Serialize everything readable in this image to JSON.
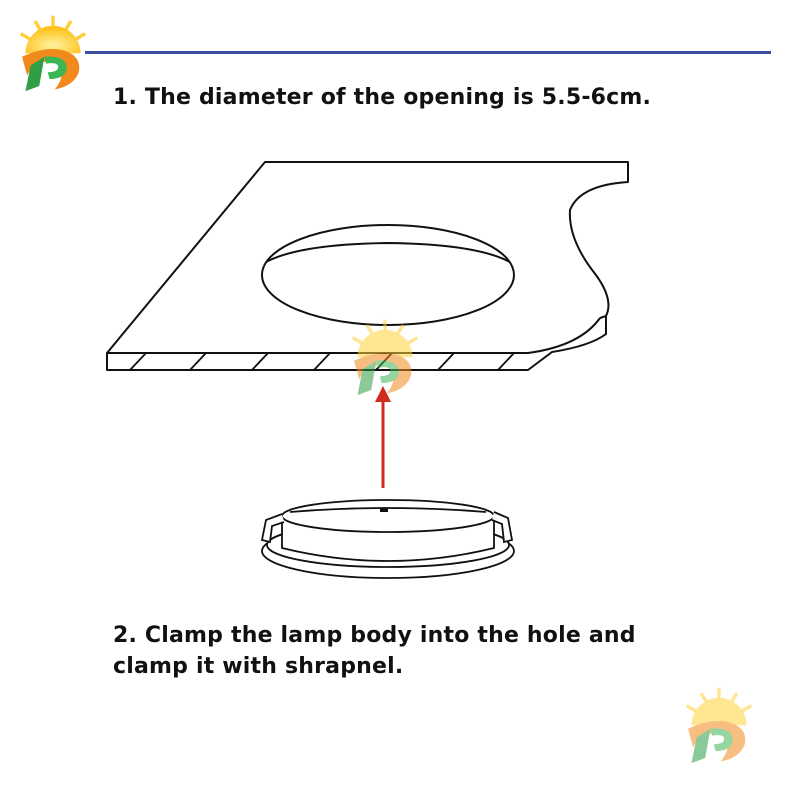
{
  "steps": [
    {
      "number": "1.",
      "text": "1. The diameter of the opening is 5.5-6cm."
    },
    {
      "number": "2.",
      "text": "2. Clamp the lamp body into the hole and clamp it with shrapnel."
    }
  ],
  "colors": {
    "header_line": "#3d4f9e",
    "arrow": "#d02a1f",
    "logo_green": "#2f9e44",
    "logo_orange": "#f08a1c",
    "logo_yellow": "#ffd23a"
  },
  "icons": {
    "brand_logo": "brand-logo-icon",
    "arrow": "up-arrow-icon"
  }
}
